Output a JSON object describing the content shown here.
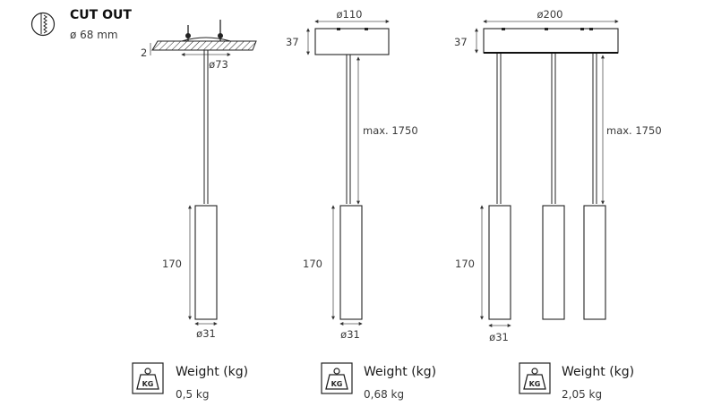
{
  "cutout": {
    "title": "CUT OUT",
    "diameter": "ø 68 mm",
    "icon": "cutout-saw-icon"
  },
  "variant1": {
    "plate_thickness": "2",
    "canopy_diameter": "ø73",
    "body_height": "170",
    "body_diameter": "ø31",
    "weight_label": "Weight (kg)",
    "weight_value": "0,5 kg",
    "weight_icon": "kg-weight-icon"
  },
  "variant2": {
    "canopy_width": "ø110",
    "canopy_height": "37",
    "max_length": "max. 1750",
    "body_height": "170",
    "body_diameter": "ø31",
    "weight_label": "Weight (kg)",
    "weight_value": "0,68 kg",
    "weight_icon": "kg-weight-icon"
  },
  "variant3": {
    "canopy_width": "ø200",
    "canopy_height": "37",
    "max_length": "max. 1750",
    "body_height": "170",
    "body_diameter": "ø31",
    "weight_label": "Weight (kg)",
    "weight_value": "2,05 kg",
    "weight_icon": "kg-weight-icon"
  },
  "kg_text": "KG"
}
